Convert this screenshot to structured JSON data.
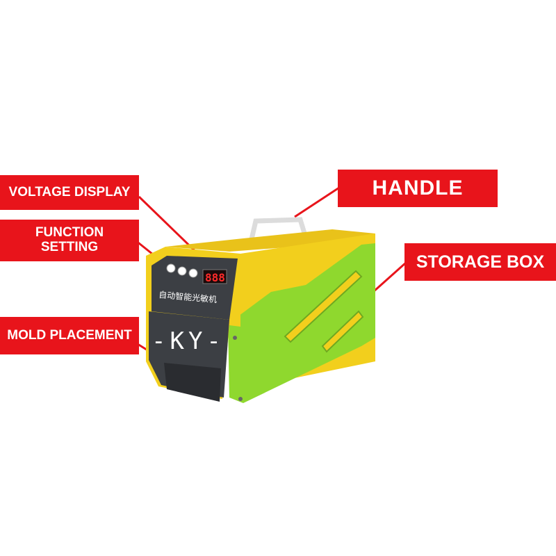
{
  "labels": {
    "voltage_display": "VOLTAGE DISPLAY",
    "function_setting_line1": "FUNCTION",
    "function_setting_line2": "SETTING",
    "mold_placement": "MOLD PLACEMENT",
    "handle": "HANDLE",
    "storage_box": "STORAGE BOX"
  },
  "machine": {
    "chinese_title": "自动智能光敏机",
    "brand": "-KY-",
    "display_reading": "888"
  },
  "colors": {
    "label_red": "#e8141b",
    "body_yellow": "#f2cf1d",
    "panel_green": "#8fd82e",
    "front_gray": "#3c3f44",
    "display_red": "#ff2a2a"
  }
}
